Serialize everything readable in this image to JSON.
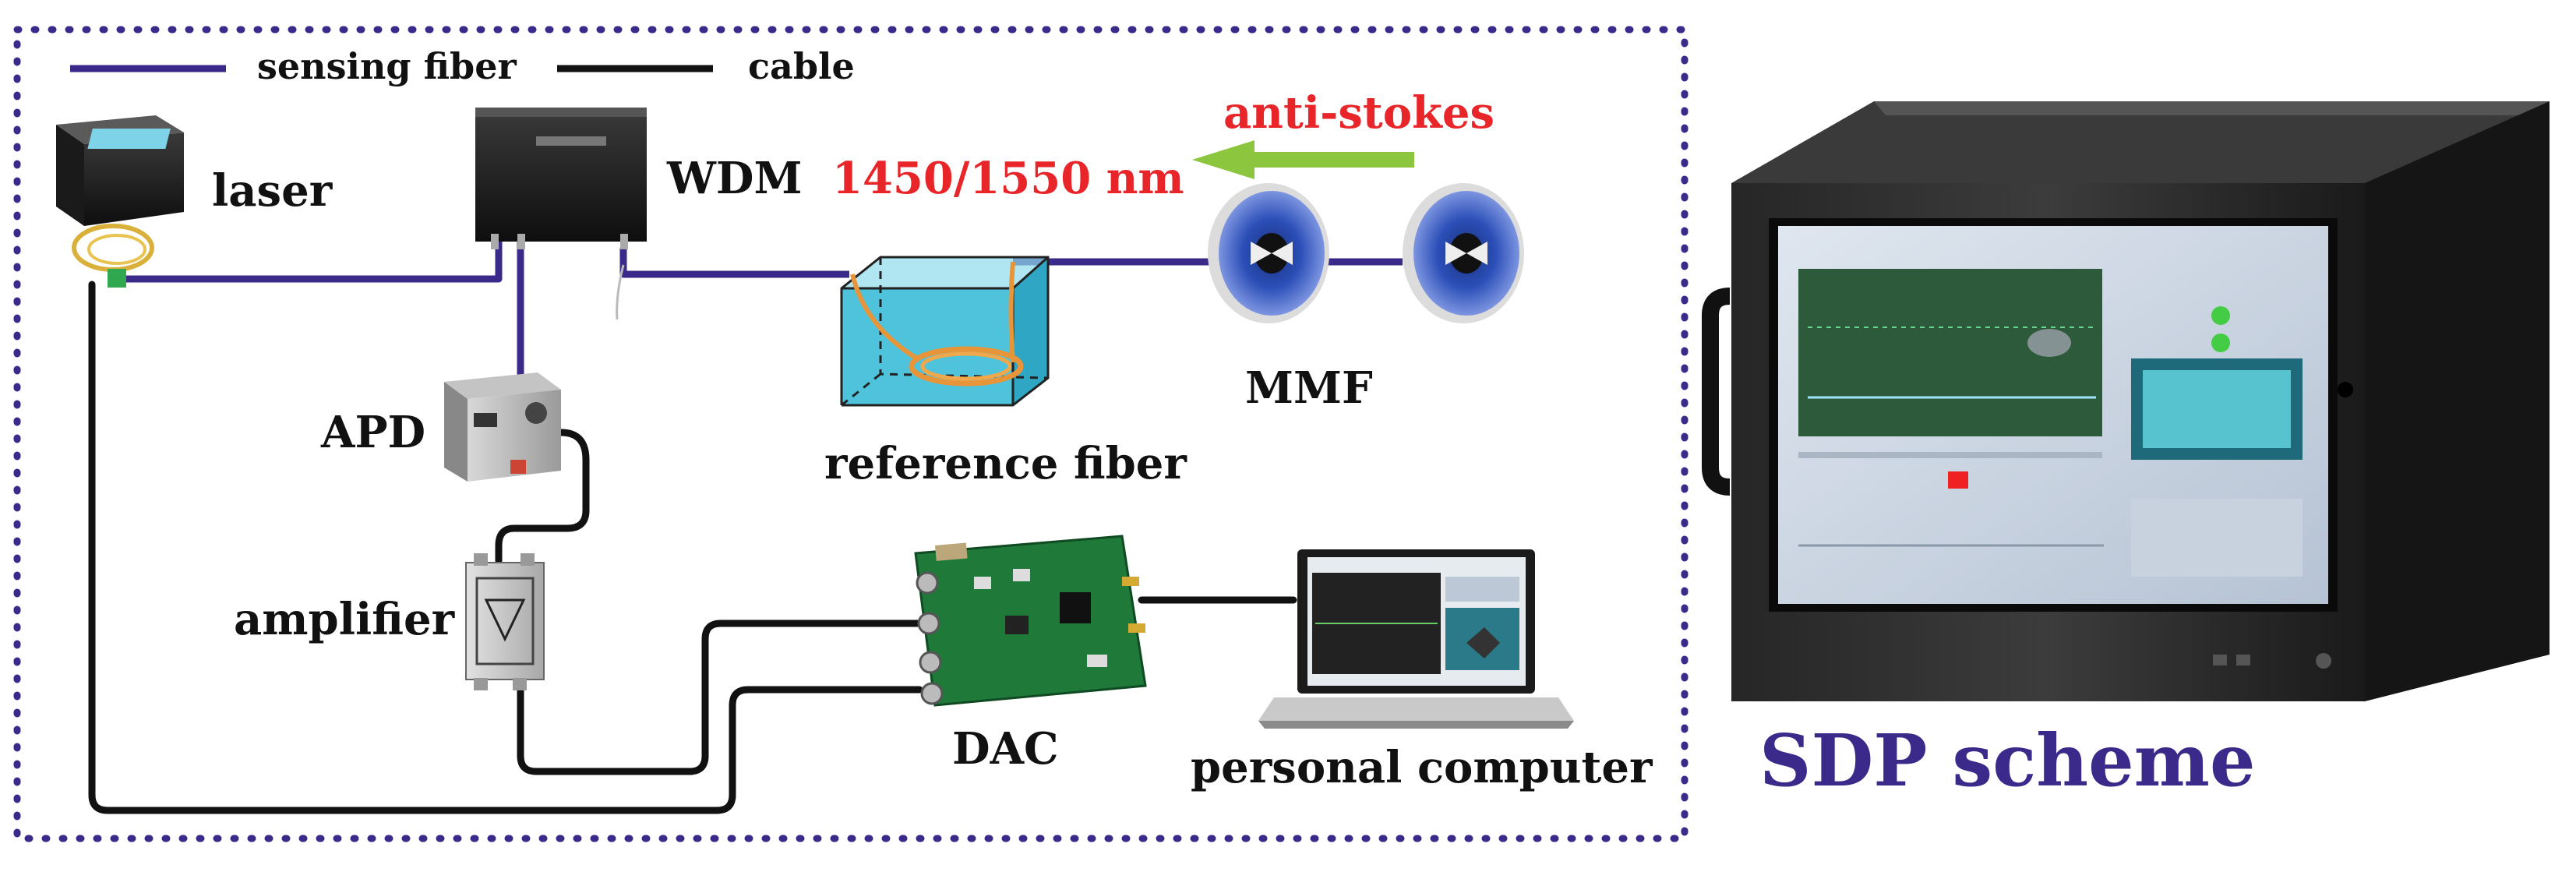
{
  "legend": {
    "sensing_fiber_label": "sensing fiber",
    "cable_label": "cable",
    "sensing_fiber_color": "#3b2a8a",
    "cable_color": "#111111"
  },
  "components": {
    "laser": "laser",
    "wdm": "WDM",
    "wavelength": "1450/1550 nm",
    "anti_stokes": "anti-stokes",
    "reference_fiber": "reference fiber",
    "mmf": "MMF",
    "apd": "APD",
    "amplifier": "amplifier",
    "dac": "DAC",
    "personal_computer": "personal computer"
  },
  "caption": "SDP scheme",
  "colors": {
    "border": "#3b2a8a",
    "accent_red": "#e8262a",
    "arrow_green": "#8cc63f",
    "water": "#4fc3dc",
    "spool_blue": "#2b4fb8",
    "pcb_green": "#1f7a3a"
  },
  "icons": [
    "laser-icon",
    "wdm-icon",
    "apd-icon",
    "amplifier-icon",
    "water-tank-icon",
    "fiber-spool-icon",
    "dac-board-icon",
    "laptop-icon",
    "rack-monitor-icon",
    "arrow-left-icon"
  ]
}
